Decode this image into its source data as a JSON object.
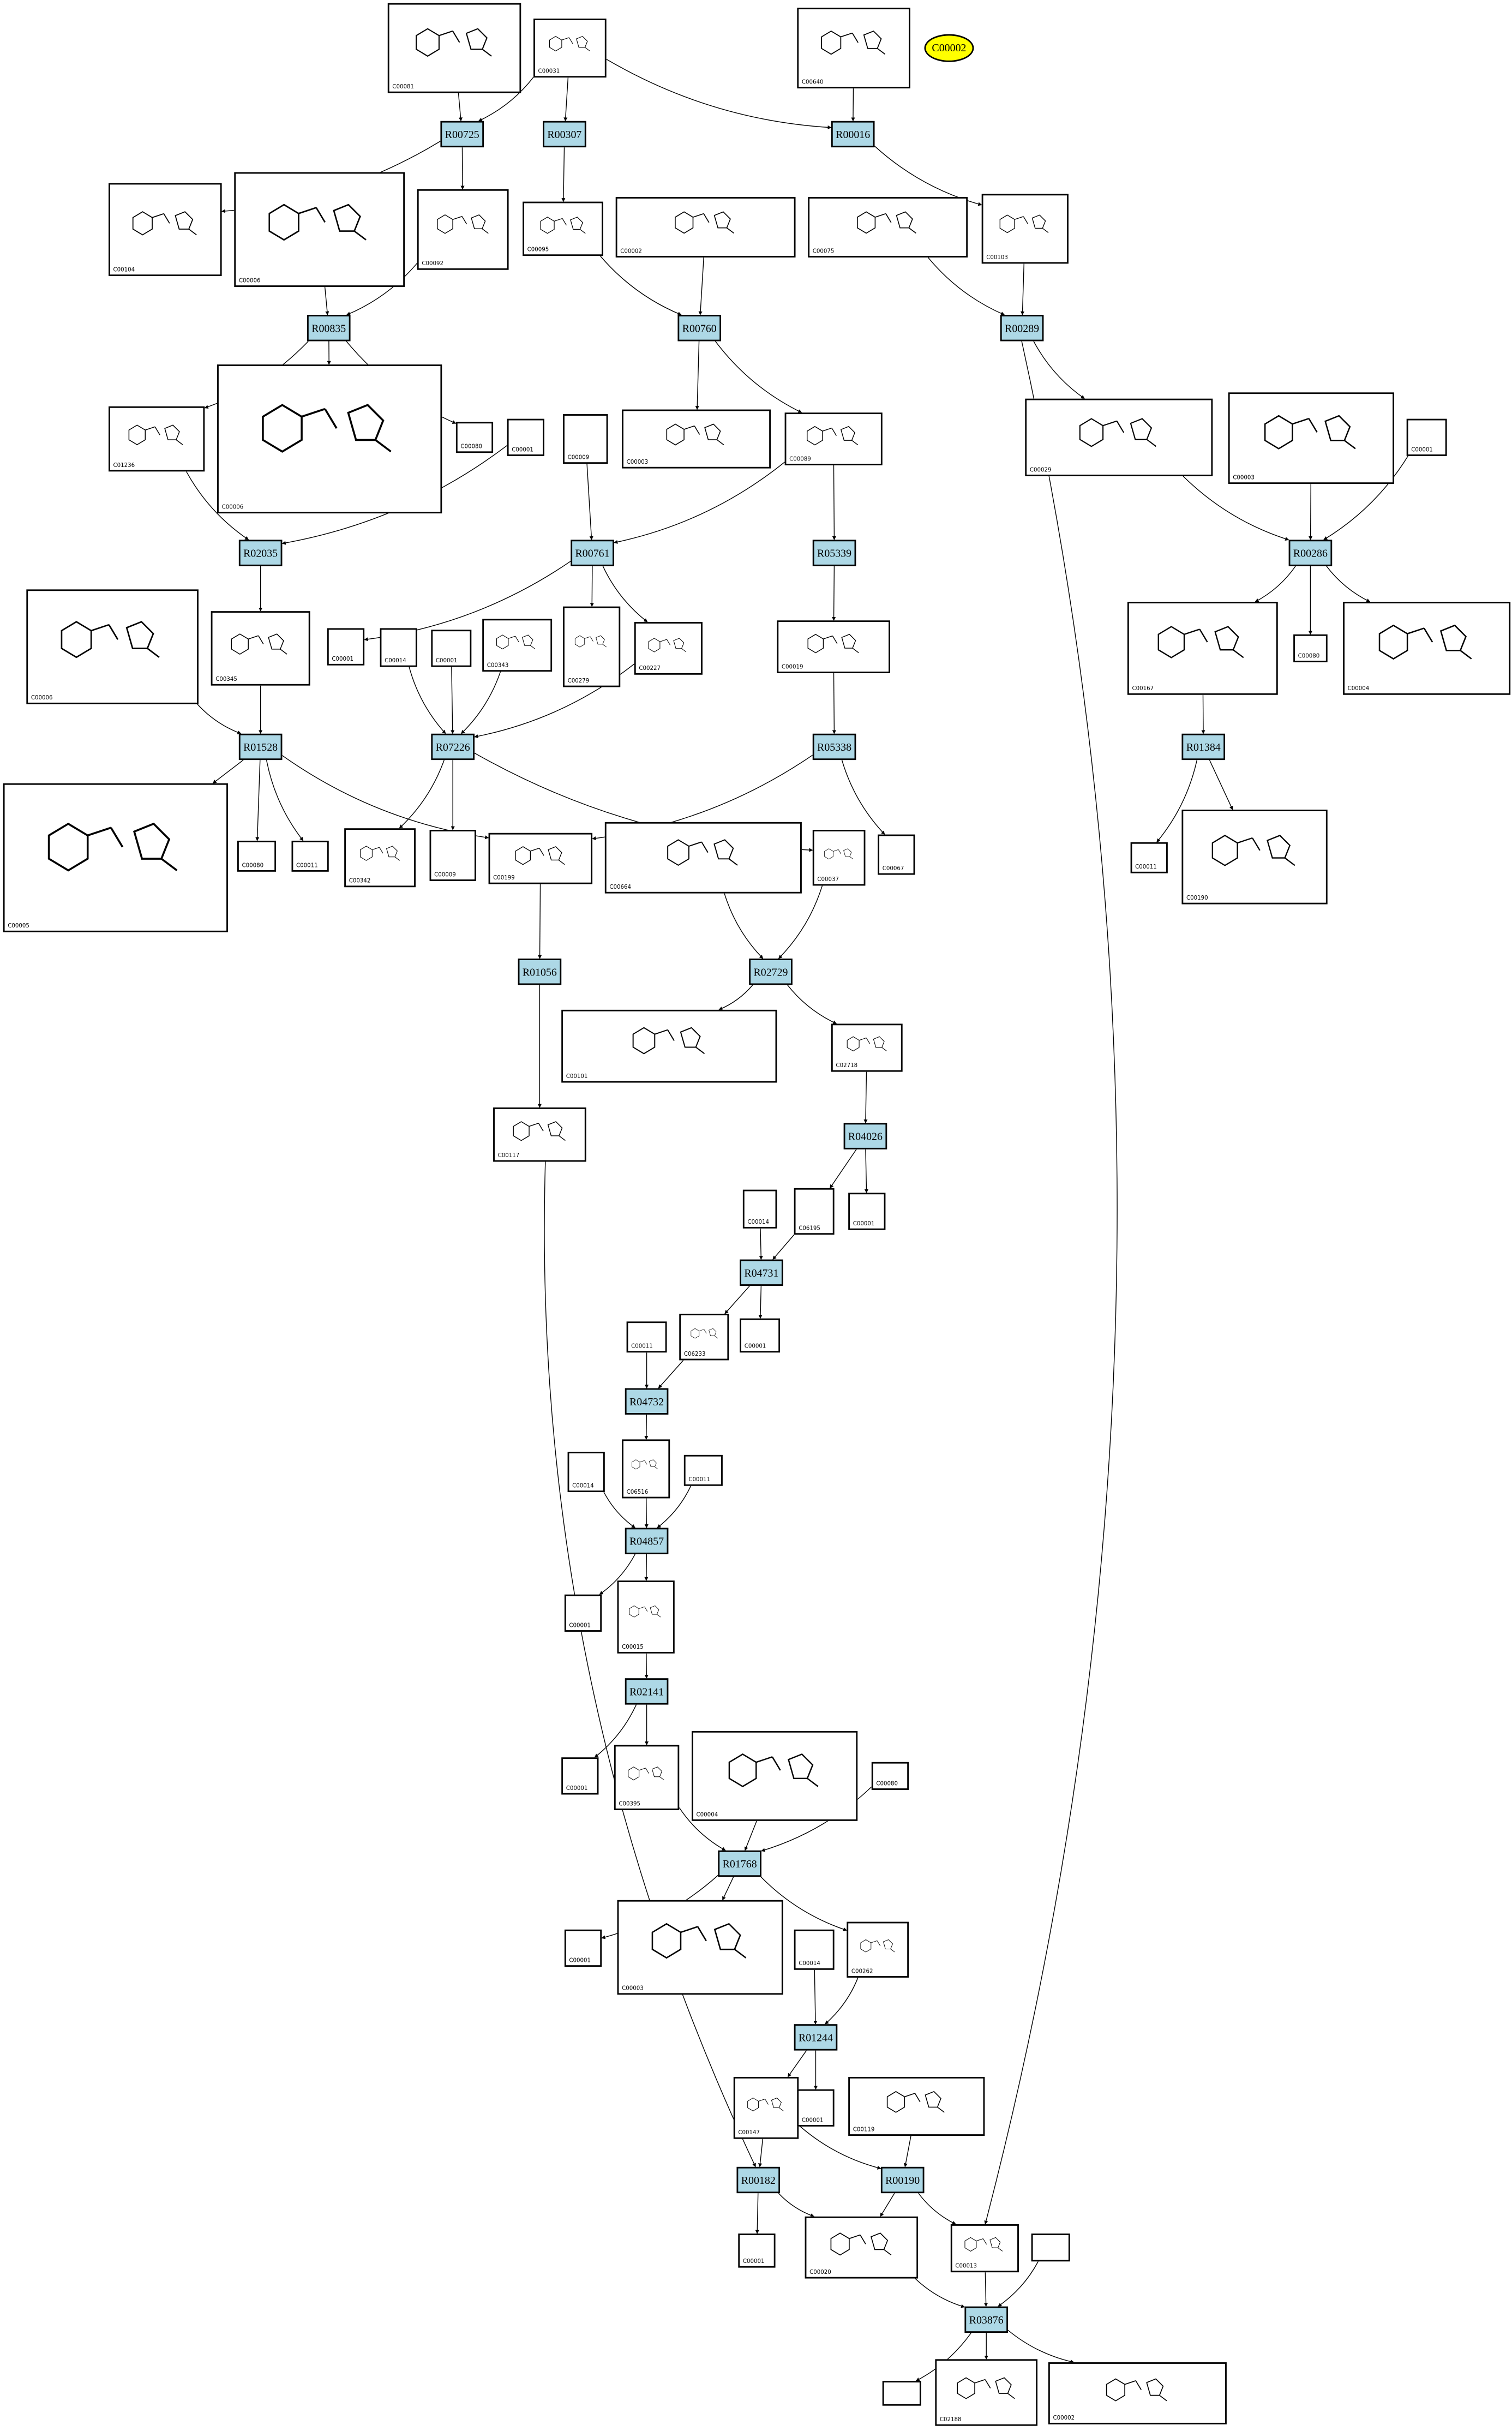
{
  "target_compound": {
    "key": "target",
    "label": "C00002",
    "color": "#ffff00"
  },
  "colors": {
    "reaction_fill": "#add8e6",
    "edge": "#000000"
  },
  "nodes": [
    {
      "key": "R00725",
      "label": "R00725",
      "kind": "reaction"
    },
    {
      "key": "R00307",
      "label": "R00307",
      "kind": "reaction"
    },
    {
      "key": "R00016",
      "label": "R00016",
      "kind": "reaction"
    },
    {
      "key": "R00835",
      "label": "R00835",
      "kind": "reaction"
    },
    {
      "key": "R00760",
      "label": "R00760",
      "kind": "reaction"
    },
    {
      "key": "R00289",
      "label": "R00289",
      "kind": "reaction"
    },
    {
      "key": "R02035",
      "label": "R02035",
      "kind": "reaction"
    },
    {
      "key": "R00761",
      "label": "R00761",
      "kind": "reaction"
    },
    {
      "key": "R05339",
      "label": "R05339",
      "kind": "reaction"
    },
    {
      "key": "R00286",
      "label": "R00286",
      "kind": "reaction"
    },
    {
      "key": "R01528",
      "label": "R01528",
      "kind": "reaction"
    },
    {
      "key": "R07226",
      "label": "R07226",
      "kind": "reaction"
    },
    {
      "key": "R05338",
      "label": "R05338",
      "kind": "reaction"
    },
    {
      "key": "R01384",
      "label": "R01384",
      "kind": "reaction"
    },
    {
      "key": "R01056",
      "label": "R01056",
      "kind": "reaction"
    },
    {
      "key": "R02729",
      "label": "R02729",
      "kind": "reaction"
    },
    {
      "key": "R04026",
      "label": "R04026",
      "kind": "reaction"
    },
    {
      "key": "R04731",
      "label": "R04731",
      "kind": "reaction"
    },
    {
      "key": "R04732",
      "label": "R04732",
      "kind": "reaction"
    },
    {
      "key": "R04857",
      "label": "R04857",
      "kind": "reaction"
    },
    {
      "key": "R02141",
      "label": "R02141",
      "kind": "reaction"
    },
    {
      "key": "R01768",
      "label": "R01768",
      "kind": "reaction"
    },
    {
      "key": "R01244",
      "label": "R01244",
      "kind": "reaction"
    },
    {
      "key": "R00182",
      "label": "R00182",
      "kind": "reaction"
    },
    {
      "key": "R00190",
      "label": "R00190",
      "kind": "reaction"
    },
    {
      "key": "R03876",
      "label": "R03876",
      "kind": "reaction"
    },
    {
      "key": "c81",
      "label": "C00081",
      "kind": "compound"
    },
    {
      "key": "c31",
      "label": "C00031",
      "kind": "compound"
    },
    {
      "key": "c640",
      "label": "C00640",
      "kind": "compound"
    },
    {
      "key": "c104",
      "label": "C00104",
      "kind": "compound"
    },
    {
      "key": "c6a",
      "label": "C00006",
      "kind": "compound"
    },
    {
      "key": "c92",
      "label": "C00092",
      "kind": "compound"
    },
    {
      "key": "c95",
      "label": "C00095",
      "kind": "compound"
    },
    {
      "key": "c2a",
      "label": "C00002",
      "kind": "compound"
    },
    {
      "key": "c75",
      "label": "C00075",
      "kind": "compound"
    },
    {
      "key": "c103",
      "label": "C00103",
      "kind": "compound"
    },
    {
      "key": "c1236",
      "label": "C01236",
      "kind": "compound"
    },
    {
      "key": "c6b",
      "label": "C00006",
      "kind": "compound"
    },
    {
      "key": "c80a",
      "label": "C00080",
      "kind": "compound"
    },
    {
      "key": "c1a",
      "label": "C00001",
      "kind": "compound"
    },
    {
      "key": "c9a",
      "label": "C00009",
      "kind": "compound"
    },
    {
      "key": "c3a",
      "label": "C00003",
      "kind": "compound"
    },
    {
      "key": "c89",
      "label": "C00089",
      "kind": "compound"
    },
    {
      "key": "c29",
      "label": "C00029",
      "kind": "compound"
    },
    {
      "key": "c3b",
      "label": "C00003",
      "kind": "compound"
    },
    {
      "key": "c1b",
      "label": "C00001",
      "kind": "compound"
    },
    {
      "key": "c6c",
      "label": "C00006",
      "kind": "compound"
    },
    {
      "key": "c345",
      "label": "C00345",
      "kind": "compound"
    },
    {
      "key": "c1c",
      "label": "C00001",
      "kind": "compound"
    },
    {
      "key": "c14a",
      "label": "C00014",
      "kind": "compound"
    },
    {
      "key": "c1d",
      "label": "C00001",
      "kind": "compound"
    },
    {
      "key": "c343",
      "label": "C00343",
      "kind": "compound"
    },
    {
      "key": "c279",
      "label": "C00279",
      "kind": "compound"
    },
    {
      "key": "c227",
      "label": "C00227",
      "kind": "compound"
    },
    {
      "key": "c19",
      "label": "C00019",
      "kind": "compound"
    },
    {
      "key": "c167",
      "label": "C00167",
      "kind": "compound"
    },
    {
      "key": "c80b",
      "label": "C00080",
      "kind": "compound"
    },
    {
      "key": "c4a",
      "label": "C00004",
      "kind": "compound"
    },
    {
      "key": "c5",
      "label": "C00005",
      "kind": "compound"
    },
    {
      "key": "c80c",
      "label": "C00080",
      "kind": "compound"
    },
    {
      "key": "c11a",
      "label": "C00011",
      "kind": "compound"
    },
    {
      "key": "c342",
      "label": "C00342",
      "kind": "compound"
    },
    {
      "key": "c9b",
      "label": "C00009",
      "kind": "compound"
    },
    {
      "key": "c199",
      "label": "C00199",
      "kind": "compound"
    },
    {
      "key": "c664",
      "label": "C00664",
      "kind": "compound"
    },
    {
      "key": "c37",
      "label": "C00037",
      "kind": "compound"
    },
    {
      "key": "c67",
      "label": "C00067",
      "kind": "compound"
    },
    {
      "key": "c11b",
      "label": "C00011",
      "kind": "compound"
    },
    {
      "key": "c190",
      "label": "C00190",
      "kind": "compound"
    },
    {
      "key": "c101",
      "label": "C00101",
      "kind": "compound"
    },
    {
      "key": "c2718",
      "label": "C02718",
      "kind": "compound"
    },
    {
      "key": "c117",
      "label": "C00117",
      "kind": "compound"
    },
    {
      "key": "c14b",
      "label": "C00014",
      "kind": "compound"
    },
    {
      "key": "c6195",
      "label": "C06195",
      "kind": "compound"
    },
    {
      "key": "c1e",
      "label": "C00001",
      "kind": "compound"
    },
    {
      "key": "c11c",
      "label": "C00011",
      "kind": "compound"
    },
    {
      "key": "c6233",
      "label": "C06233",
      "kind": "compound"
    },
    {
      "key": "c1f",
      "label": "C00001",
      "kind": "compound"
    },
    {
      "key": "c14c",
      "label": "C00014",
      "kind": "compound"
    },
    {
      "key": "c6516",
      "label": "C06516",
      "kind": "compound"
    },
    {
      "key": "c11d",
      "label": "C00011",
      "kind": "compound"
    },
    {
      "key": "c1g",
      "label": "C00001",
      "kind": "compound"
    },
    {
      "key": "c15",
      "label": "C00015",
      "kind": "compound"
    },
    {
      "key": "c1h",
      "label": "C00001",
      "kind": "compound"
    },
    {
      "key": "c395",
      "label": "C00395",
      "kind": "compound"
    },
    {
      "key": "c4b",
      "label": "C00004",
      "kind": "compound"
    },
    {
      "key": "c80d",
      "label": "C00080",
      "kind": "compound"
    },
    {
      "key": "c1i",
      "label": "C00001",
      "kind": "compound"
    },
    {
      "key": "c3c",
      "label": "C00003",
      "kind": "compound"
    },
    {
      "key": "c14d",
      "label": "C00014",
      "kind": "compound"
    },
    {
      "key": "c262",
      "label": "C00262",
      "kind": "compound"
    },
    {
      "key": "c147",
      "label": "C00147",
      "kind": "compound"
    },
    {
      "key": "c1j",
      "label": "C00001",
      "kind": "compound"
    },
    {
      "key": "c119",
      "label": "C00119",
      "kind": "compound"
    },
    {
      "key": "c1k",
      "label": "C00001",
      "kind": "compound"
    },
    {
      "key": "c20",
      "label": "C00020",
      "kind": "compound"
    },
    {
      "key": "c13",
      "label": "C00013",
      "kind": "compound"
    },
    {
      "key": "e1",
      "label": "",
      "kind": "compound"
    },
    {
      "key": "e2",
      "label": "",
      "kind": "compound"
    },
    {
      "key": "c2188",
      "label": "C02188",
      "kind": "compound"
    },
    {
      "key": "c2b",
      "label": "C00002",
      "kind": "compound"
    }
  ],
  "edges": [
    [
      "c81",
      "R00725"
    ],
    [
      "c31",
      "R00725"
    ],
    [
      "c31",
      "R00307"
    ],
    [
      "c31",
      "R00016"
    ],
    [
      "c640",
      "R00016"
    ],
    [
      "R00725",
      "c104"
    ],
    [
      "R00725",
      "c92"
    ],
    [
      "R00307",
      "c95"
    ],
    [
      "R00016",
      "c103"
    ],
    [
      "c6a",
      "R00835"
    ],
    [
      "c92",
      "R00835"
    ],
    [
      "c95",
      "R00760"
    ],
    [
      "c2a",
      "R00760"
    ],
    [
      "c75",
      "R00289"
    ],
    [
      "c103",
      "R00289"
    ],
    [
      "R00835",
      "c1236"
    ],
    [
      "R00835",
      "c6b"
    ],
    [
      "R00835",
      "c80a"
    ],
    [
      "R00760",
      "c3a"
    ],
    [
      "R00760",
      "c89"
    ],
    [
      "R00289",
      "c29"
    ],
    [
      "R00289",
      "c13"
    ],
    [
      "c1236",
      "R02035"
    ],
    [
      "c1a",
      "R02035"
    ],
    [
      "c9a",
      "R00761"
    ],
    [
      "c89",
      "R00761"
    ],
    [
      "c89",
      "R05339"
    ],
    [
      "c29",
      "R00286"
    ],
    [
      "c3b",
      "R00286"
    ],
    [
      "c1b",
      "R00286"
    ],
    [
      "R02035",
      "c345"
    ],
    [
      "R00761",
      "c1c"
    ],
    [
      "R00761",
      "c279"
    ],
    [
      "R00761",
      "c227"
    ],
    [
      "R05339",
      "c19"
    ],
    [
      "R00286",
      "c167"
    ],
    [
      "R00286",
      "c80b"
    ],
    [
      "R00286",
      "c4a"
    ],
    [
      "c6c",
      "R01528"
    ],
    [
      "c345",
      "R01528"
    ],
    [
      "c14a",
      "R07226"
    ],
    [
      "c1d",
      "R07226"
    ],
    [
      "c343",
      "R07226"
    ],
    [
      "c227",
      "R07226"
    ],
    [
      "c19",
      "R05338"
    ],
    [
      "c167",
      "R01384"
    ],
    [
      "R01528",
      "c5"
    ],
    [
      "R01528",
      "c80c"
    ],
    [
      "R01528",
      "c11a"
    ],
    [
      "R01528",
      "c199"
    ],
    [
      "R07226",
      "c342"
    ],
    [
      "R07226",
      "c9b"
    ],
    [
      "R07226",
      "c37"
    ],
    [
      "R05338",
      "c199"
    ],
    [
      "R05338",
      "c67"
    ],
    [
      "R01384",
      "c11b"
    ],
    [
      "R01384",
      "c190"
    ],
    [
      "c199",
      "R01056"
    ],
    [
      "c664",
      "R02729"
    ],
    [
      "c37",
      "R02729"
    ],
    [
      "R01056",
      "c117"
    ],
    [
      "R02729",
      "c101"
    ],
    [
      "R02729",
      "c2718"
    ],
    [
      "c2718",
      "R04026"
    ],
    [
      "R04026",
      "c6195"
    ],
    [
      "R04026",
      "c1e"
    ],
    [
      "c14b",
      "R04731"
    ],
    [
      "c6195",
      "R04731"
    ],
    [
      "R04731",
      "c6233"
    ],
    [
      "R04731",
      "c1f"
    ],
    [
      "c11c",
      "R04732"
    ],
    [
      "c6233",
      "R04732"
    ],
    [
      "R04732",
      "c6516"
    ],
    [
      "c14c",
      "R04857"
    ],
    [
      "c6516",
      "R04857"
    ],
    [
      "c11d",
      "R04857"
    ],
    [
      "R04857",
      "c1g"
    ],
    [
      "R04857",
      "c15"
    ],
    [
      "c15",
      "R02141"
    ],
    [
      "R02141",
      "c1h"
    ],
    [
      "R02141",
      "c395"
    ],
    [
      "c395",
      "R01768"
    ],
    [
      "c4b",
      "R01768"
    ],
    [
      "c80d",
      "R01768"
    ],
    [
      "R01768",
      "c1i"
    ],
    [
      "R01768",
      "c3c"
    ],
    [
      "R01768",
      "c262"
    ],
    [
      "c14d",
      "R01244"
    ],
    [
      "c262",
      "R01244"
    ],
    [
      "R01244",
      "c147"
    ],
    [
      "R01244",
      "c1j"
    ],
    [
      "c147",
      "R00182"
    ],
    [
      "c117",
      "R00182"
    ],
    [
      "c147",
      "R00190"
    ],
    [
      "c119",
      "R00190"
    ],
    [
      "R00182",
      "c1k"
    ],
    [
      "R00182",
      "c20"
    ],
    [
      "R00190",
      "c20"
    ],
    [
      "R00190",
      "c13"
    ],
    [
      "c20",
      "R03876"
    ],
    [
      "c13",
      "R03876"
    ],
    [
      "e1",
      "R03876"
    ],
    [
      "R03876",
      "e2"
    ],
    [
      "R03876",
      "c2188"
    ],
    [
      "R03876",
      "c2b"
    ]
  ]
}
